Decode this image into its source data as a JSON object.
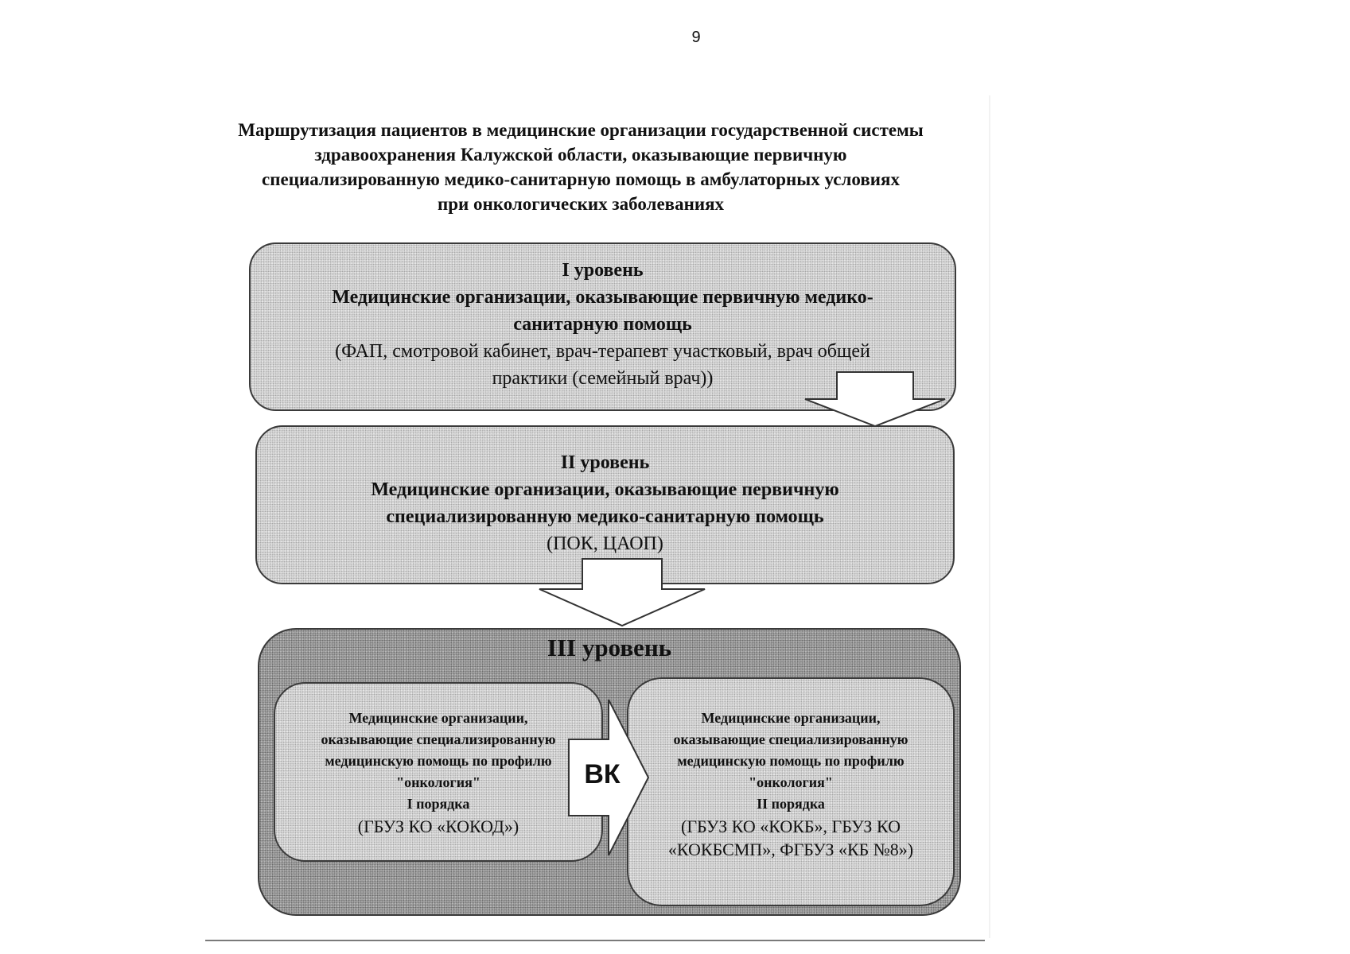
{
  "page": {
    "number": "9"
  },
  "title": {
    "lines": [
      "Маршрутизация пациентов в медицинские организации государственной системы",
      "здравоохранения Калужской области, оказывающие первичную",
      "специализированную медико-санитарную помощь в амбулаторных условиях",
      "при онкологических заболеваниях"
    ]
  },
  "level1": {
    "heading": "I уровень",
    "description_lines": [
      "Медицинские организации, оказывающие первичную медико-",
      "санитарную помощь"
    ],
    "detail_lines": [
      "(ФАП, смотровой кабинет, врач-терапевт участковый, врач общей",
      "практики (семейный врач))"
    ]
  },
  "level2": {
    "heading": "II уровень",
    "description_lines": [
      "Медицинские организации, оказывающие первичную",
      "специализированную медико-санитарную помощь"
    ],
    "detail": "(ПОК, ЦАОП)"
  },
  "level3": {
    "heading": "III уровень",
    "left": {
      "lines": [
        "Медицинские организации,",
        "оказывающие специализированную",
        "медицинскую помощь по профилю",
        "\"онкология\"",
        "I порядка"
      ],
      "detail": "(ГБУЗ КО «КОКОД»)"
    },
    "connector_label": "ВК",
    "right": {
      "lines": [
        "Медицинские организации,",
        "оказывающие специализированную",
        "медицинскую помощь по профилю",
        "\"онкология\"",
        "II порядка"
      ],
      "detail_lines": [
        "(ГБУЗ КО «КОКБ», ГБУЗ КО",
        "«КОКБСМП», ФГБУЗ «КБ №8»)"
      ]
    }
  },
  "colors": {
    "box_fill": "#d9d9d9",
    "level3_fill": "#a8a8a8",
    "border": "#3a3a3a"
  }
}
